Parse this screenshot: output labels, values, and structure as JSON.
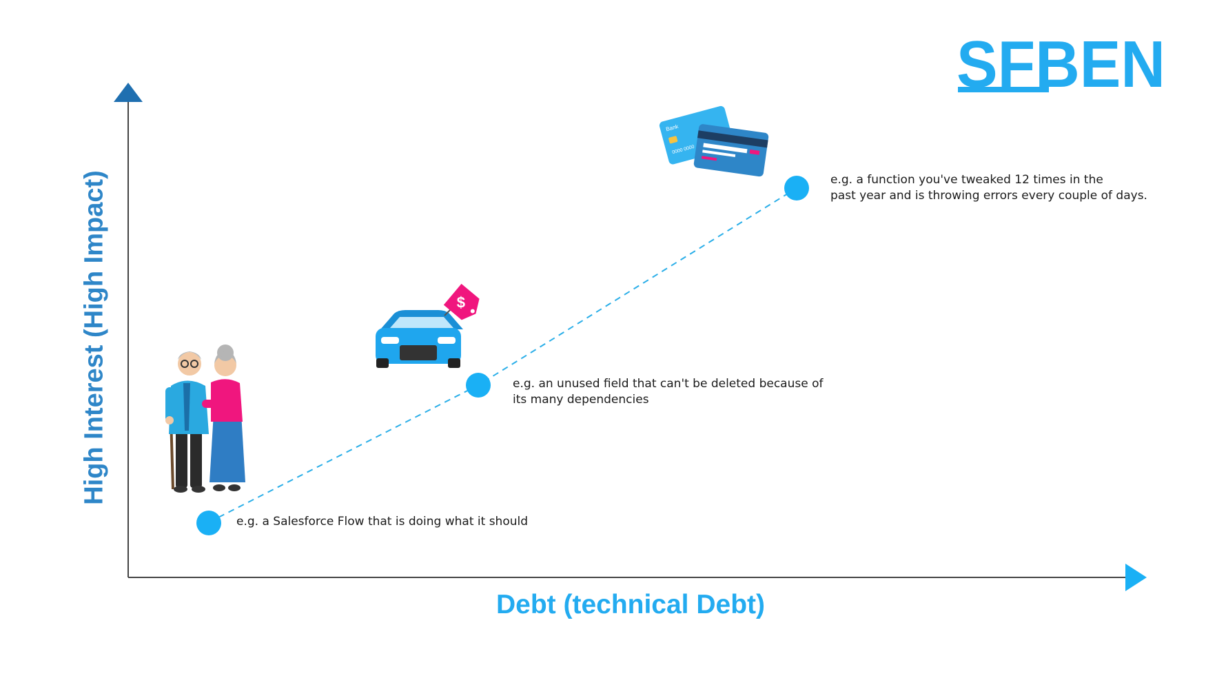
{
  "logo": {
    "text": "SFBEN",
    "color": "#23abf0"
  },
  "axes": {
    "x_label": "Debt (technical Debt)",
    "y_label": "High Interest (High Impact)",
    "x_color": "#23abf0",
    "y_color": "#2e86c8"
  },
  "points": [
    {
      "icon": "elderly-couple-icon",
      "lines": [
        "e.g. a Salesforce Flow that is doing what it should"
      ]
    },
    {
      "icon": "car-with-price-tag-icon",
      "lines": [
        "e.g. an unused field that can't be deleted because of",
        "its many dependencies"
      ]
    },
    {
      "icon": "credit-cards-icon",
      "lines": [
        "e.g. a function you've tweaked 12 times in the",
        "past year and is throwing errors every couple of days."
      ]
    }
  ],
  "card": {
    "bank_text": "Bank",
    "number_text": "0000 0000"
  },
  "price_tag": {
    "symbol": "$"
  },
  "colors": {
    "point": "#1ab0f5",
    "dashed_line": "#2aaee8",
    "axis": "#333333",
    "tag": "#f0167e"
  }
}
